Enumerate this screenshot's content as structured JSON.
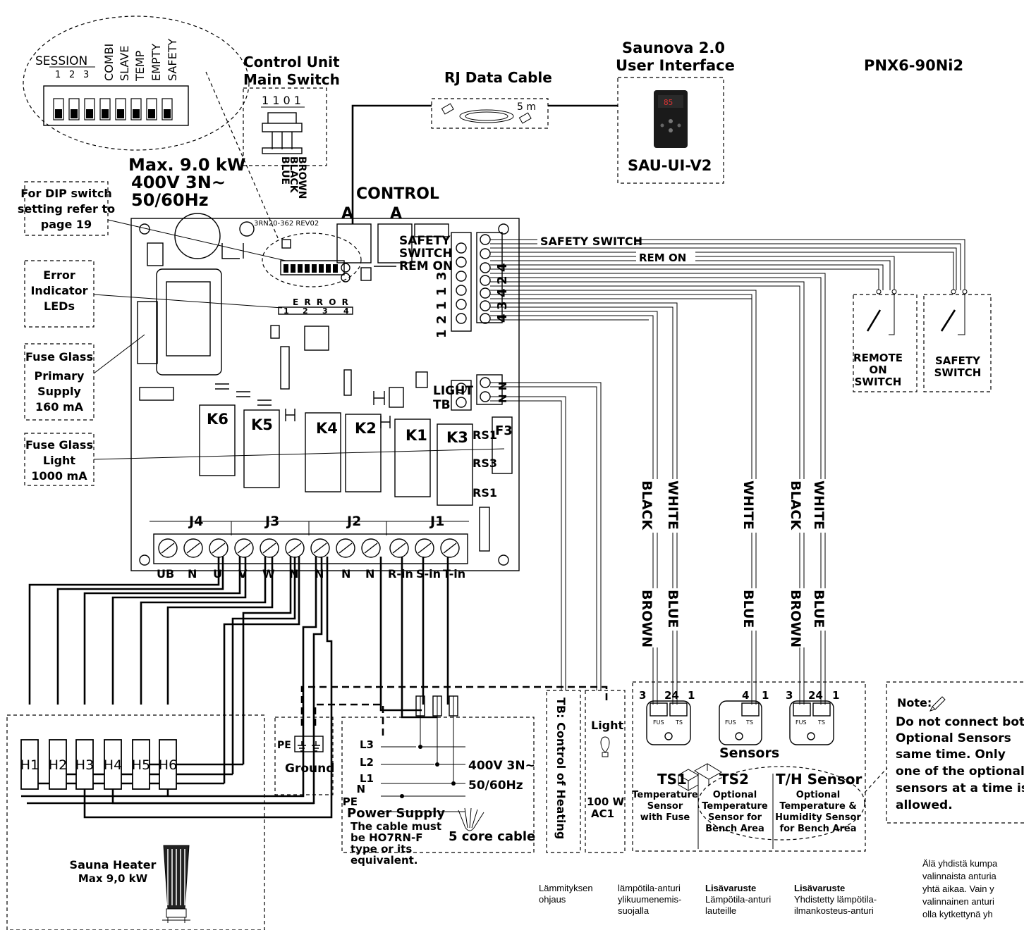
{
  "model": "PNX6-90Ni2",
  "max_rating": {
    "power": "Max. 9.0 kW",
    "voltage": "400V 3N~",
    "freq": "50/60Hz"
  },
  "dip_switch": {
    "session": "SESSION",
    "nums": [
      "1",
      "2",
      "3"
    ],
    "combi": "COMBI",
    "slave": "SLAVE",
    "temp": "TEMP",
    "empty": "EMPTY",
    "safety": "SAFETY"
  },
  "main_switch": {
    "title_1": "Control Unit",
    "title_2": "Main Switch",
    "code": "1 1 0 1",
    "wire_1": "BLUE",
    "wire_2": "BLACK",
    "wire_3": "BROWN"
  },
  "rj_cable": {
    "title": "RJ Data Cable",
    "length": "5 m"
  },
  "ui_unit": {
    "title_1": "Saunova 2.0",
    "title_2": "User Interface",
    "code": "SAU-UI-V2"
  },
  "callouts": {
    "dip_1": "For DIP switch",
    "dip_2": "setting refer to",
    "dip_3": "page 19",
    "err_1": "Error",
    "err_2": "Indicator",
    "err_3": "LEDs",
    "fuse1_1": "Fuse Glass",
    "fuse1_2": "Primary",
    "fuse1_3": "Supply",
    "fuse1_4": "160 mA",
    "fuse2_1": "Fuse Glass",
    "fuse2_2": "Light",
    "fuse2_3": "1000 mA"
  },
  "board": {
    "control": "CONTROL",
    "a1": "A",
    "a2": "A",
    "pcb_code": "3RN20-362 REV02",
    "safety_1": "SAFETY",
    "safety_2": "SWITCH",
    "rem_on": "REM ON",
    "error": "E R R O R",
    "led1": "1",
    "led2": "2",
    "led3": "3",
    "led4": "4",
    "light": "LIGHT",
    "tb": "TB",
    "relays": [
      "K6",
      "K5",
      "K4",
      "K2",
      "K1",
      "K3"
    ],
    "rs1": "RS1",
    "rs3": "RS3",
    "rs1b": "RS1",
    "f3": "F3",
    "left_nums": [
      "3",
      "1",
      "1",
      "2",
      "1"
    ],
    "right_nums": [
      "4",
      "2",
      "4",
      "3",
      "4"
    ],
    "j4": "J4",
    "j3": "J3",
    "j2": "J2",
    "j1": "J1",
    "terms": [
      "UB",
      "N",
      "U",
      "V",
      "W",
      "N",
      "N",
      "N",
      "N",
      "R-in",
      "S-in",
      "T-in"
    ]
  },
  "wire_labels": {
    "safety_switch": "SAFETY SWITCH",
    "rem_on": "REM ON",
    "black": "BLACK",
    "white": "WHITE",
    "white2": "WHITE",
    "black2": "BLACK",
    "white3": "WHITE",
    "brown": "BROWN",
    "blue": "BLUE",
    "blue2": "BLUE",
    "brown2": "BROWN",
    "blue3": "BLUE"
  },
  "switches": {
    "remote_1": "REMOTE",
    "remote_2": "ON",
    "remote_3": "SWITCH",
    "safety_1": "SAFETY",
    "safety_2": "SWITCH"
  },
  "heaters": [
    "H1",
    "H2",
    "H3",
    "H4",
    "H5",
    "H6"
  ],
  "sauna_heater": {
    "title": "Sauna Heater",
    "max": "Max 9,0 kW"
  },
  "ground": {
    "pe": "PE",
    "label": "Ground"
  },
  "power_supply": {
    "l3": "L3",
    "l2": "L2",
    "l1": "L1",
    "n": "N",
    "pe": "PE",
    "v": "400V 3N~",
    "hz": "50/60Hz",
    "title": "Power Supply",
    "c1": "The cable must",
    "c2": "be HO7RN-F",
    "c3": "type or its",
    "c4": "equivalent.",
    "cable": "5 core cable"
  },
  "tb_control": "TB: Control of Heating",
  "light_box": {
    "title": "Light",
    "watt": "100 W",
    "ac": "AC1"
  },
  "sensors": {
    "title": "Sensors",
    "ts1": "TS1",
    "ts1_d1": "Temperature",
    "ts1_d2": "Sensor",
    "ts1_d3": "with Fuse",
    "ts2": "TS2",
    "ts2_d1": "Optional",
    "ts2_d2": "Temperature",
    "ts2_d3": "Sensor for",
    "ts2_d4": "Bench Area",
    "th": "T/H Sensor",
    "th_d1": "Optional",
    "th_d2": "Temperature &",
    "th_d3": "Humidity Sensor",
    "th_d4": "for Bench Area",
    "p1": [
      "3",
      "24",
      "1"
    ],
    "p2": [
      "4",
      "1"
    ],
    "p3": [
      "3",
      "24",
      "1"
    ],
    "fus": "FUS",
    "ts": "TS"
  },
  "note": {
    "title": "Note:",
    "l1": "Do not connect both",
    "l2": "Optional Sensors",
    "l3": "same time. Only",
    "l4": "one of the optional",
    "l5": "sensors at a time is",
    "l6": "allowed."
  },
  "finnish": {
    "a1": "Lämmityksen",
    "a2": "ohjaus",
    "b1": "lämpötila-anturi",
    "b2": "ylikuumenemis-",
    "b3": "suojalla",
    "c0": "Lisävaruste",
    "c1": "Lämpötila-anturi",
    "c2": "lauteille",
    "d0": "Lisävaruste",
    "d1": "Yhdistetty lämpötila-",
    "d2": "ilmankosteus-anturi",
    "e1": "Älä yhdistä kumpa",
    "e2": "valinnaista anturia",
    "e3": "yhtä aikaa. Vain y",
    "e4": "valinnainen anturi",
    "e5": "olla kytkettynä yh"
  }
}
